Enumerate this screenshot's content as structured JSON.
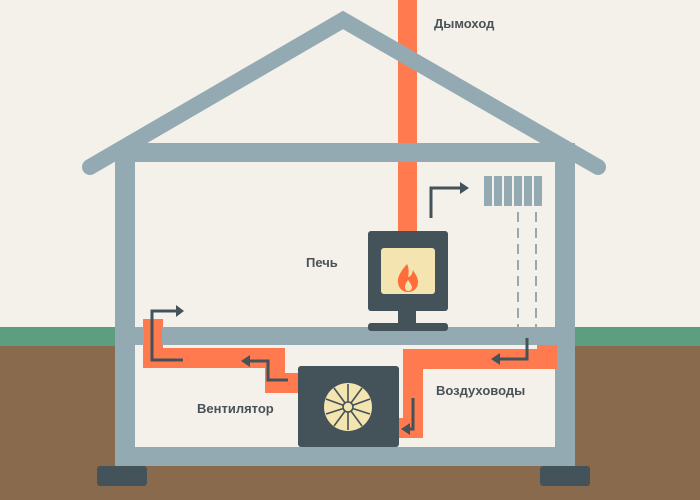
{
  "labels": {
    "chimney": "Дымоход",
    "stove": "Печь",
    "ducts": "Воздуховоды",
    "fan": "Вентилятор"
  },
  "colors": {
    "background": "#f4f1eb",
    "grass": "#5e9e80",
    "soil": "#8a6a4c",
    "wall": "#94aab3",
    "duct": "#ff7b4f",
    "dark": "#44525a",
    "fire_window": "#f4e4b0",
    "flame": "#ff6d3a"
  },
  "icons": [
    "chimney-pipe",
    "stove",
    "flame-icon",
    "fan-icon",
    "radiator-icon",
    "arrow-icon"
  ]
}
